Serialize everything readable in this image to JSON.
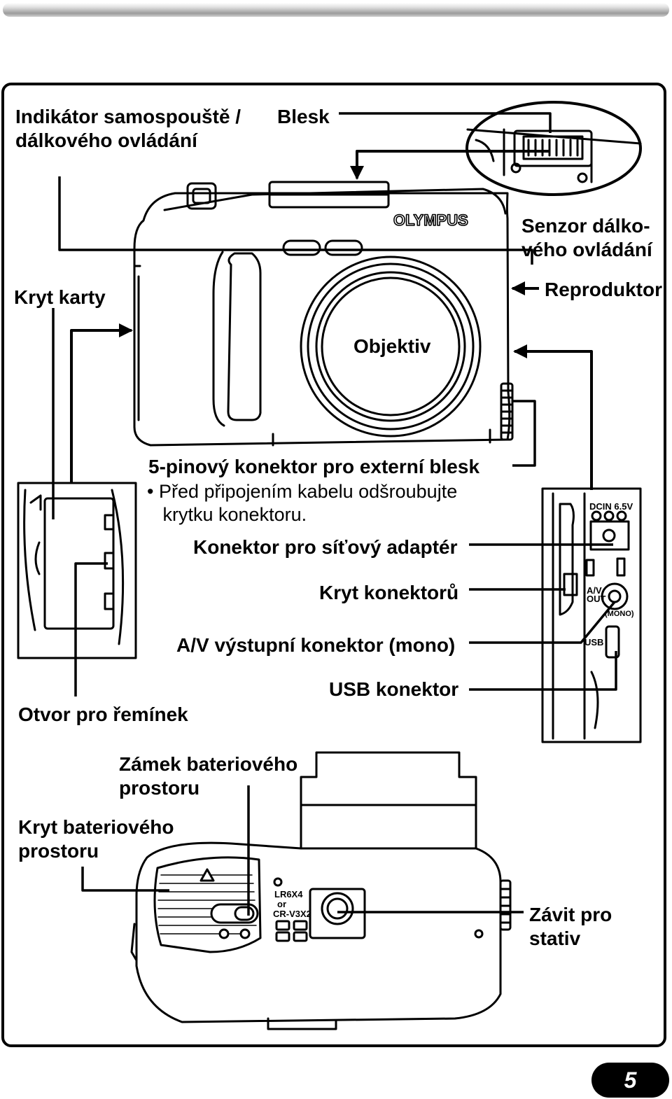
{
  "labels": {
    "self_timer": "Indikátor samospouště /\ndálkového ovládání",
    "flash": "Blesk",
    "remote_sensor": "Senzor dálko-\nvého ovládání",
    "card_cover": "Kryt karty",
    "speaker": "Reproduktor",
    "lens": "Objektiv",
    "flash_connector": "5-pinový konektor pro externí blesk",
    "flash_connector_note": "• Před připojením kabelu odšroubujte\n   krytku konektoru.",
    "dc_connector": "Konektor pro síťový adaptér",
    "connector_cover": "Kryt konektorů",
    "av_out": "A/V výstupní konektor (mono)",
    "strap_eyelet": "Otvor pro řemínek",
    "usb": "USB konektor",
    "battery_lock": "Zámek bateriového\nprostoru",
    "battery_cover": "Kryt bateriového\nprostoru",
    "tripod": "Závit pro\nstativ"
  },
  "device_marks": {
    "brand": "OLYMPUS",
    "dc_in": "DCIN 6.5V",
    "av_out": "A/V\nOUT",
    "mono": "(MONO)",
    "usb": "USB",
    "battery_type_1": "LR6X4",
    "battery_or": "or",
    "battery_type_2": "CR-V3X2"
  },
  "page_number": "5"
}
